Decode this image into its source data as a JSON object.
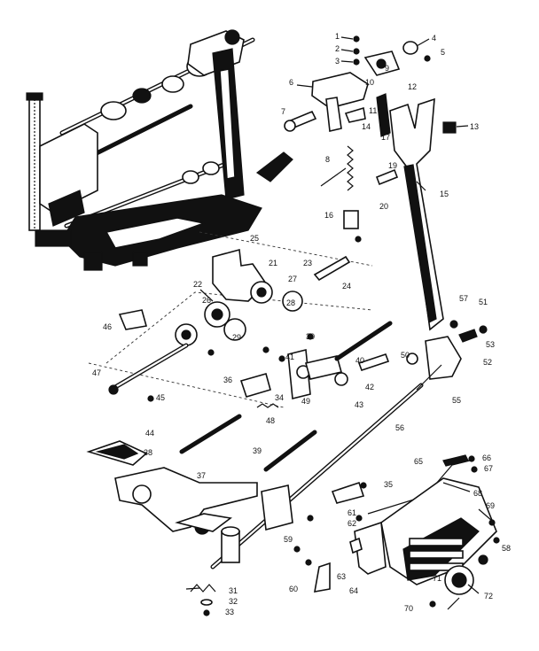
{
  "colors": {
    "ink": "#111111",
    "paper": "#ffffff"
  },
  "callouts": [
    {
      "key": "c1",
      "text": "1"
    },
    {
      "key": "c2",
      "text": "2"
    },
    {
      "key": "c3",
      "text": "3"
    },
    {
      "key": "c4",
      "text": "4"
    },
    {
      "key": "c5",
      "text": "5"
    },
    {
      "key": "c6",
      "text": "6"
    },
    {
      "key": "c7",
      "text": "7"
    },
    {
      "key": "c8",
      "text": "8"
    },
    {
      "key": "c9",
      "text": "9"
    },
    {
      "key": "c10",
      "text": "10"
    },
    {
      "key": "c11",
      "text": "11"
    },
    {
      "key": "c12",
      "text": "12"
    },
    {
      "key": "c13",
      "text": "13"
    },
    {
      "key": "c14",
      "text": "14"
    },
    {
      "key": "c15",
      "text": "15"
    },
    {
      "key": "c16",
      "text": "16"
    },
    {
      "key": "c17",
      "text": "17"
    },
    {
      "key": "c19",
      "text": "19"
    },
    {
      "key": "c20",
      "text": "20"
    },
    {
      "key": "c21",
      "text": "21"
    },
    {
      "key": "c22",
      "text": "22"
    },
    {
      "key": "c23",
      "text": "23"
    },
    {
      "key": "c24",
      "text": "24"
    },
    {
      "key": "c25",
      "text": "25"
    },
    {
      "key": "c26",
      "text": "26"
    },
    {
      "key": "c27",
      "text": "27"
    },
    {
      "key": "c28",
      "text": "28"
    },
    {
      "key": "c29",
      "text": "29"
    },
    {
      "key": "c30",
      "text": "30"
    },
    {
      "key": "c31",
      "text": "31"
    },
    {
      "key": "c32",
      "text": "32"
    },
    {
      "key": "c33",
      "text": "33"
    },
    {
      "key": "c34",
      "text": "34"
    },
    {
      "key": "c35",
      "text": "35"
    },
    {
      "key": "c36",
      "text": "36"
    },
    {
      "key": "c37",
      "text": "37"
    },
    {
      "key": "c38",
      "text": "38"
    },
    {
      "key": "c39",
      "text": "39"
    },
    {
      "key": "c40",
      "text": "40"
    },
    {
      "key": "c41",
      "text": "41"
    },
    {
      "key": "c42",
      "text": "42"
    },
    {
      "key": "c43",
      "text": "43"
    },
    {
      "key": "c44",
      "text": "44"
    },
    {
      "key": "c45",
      "text": "45"
    },
    {
      "key": "c46",
      "text": "46"
    },
    {
      "key": "c47",
      "text": "47"
    },
    {
      "key": "c48",
      "text": "48"
    },
    {
      "key": "c49",
      "text": "49"
    },
    {
      "key": "c50",
      "text": "50"
    },
    {
      "key": "c51",
      "text": "51"
    },
    {
      "key": "c52",
      "text": "52"
    },
    {
      "key": "c53",
      "text": "53"
    },
    {
      "key": "c55",
      "text": "55"
    },
    {
      "key": "c56",
      "text": "56"
    },
    {
      "key": "c57",
      "text": "57"
    },
    {
      "key": "c58",
      "text": "58"
    },
    {
      "key": "c59",
      "text": "59"
    },
    {
      "key": "c60",
      "text": "60"
    },
    {
      "key": "c61",
      "text": "61"
    },
    {
      "key": "c62",
      "text": "62"
    },
    {
      "key": "c63",
      "text": "63"
    },
    {
      "key": "c64",
      "text": "64"
    },
    {
      "key": "c65",
      "text": "65"
    },
    {
      "key": "c66",
      "text": "66"
    },
    {
      "key": "c67",
      "text": "67"
    },
    {
      "key": "c68",
      "text": "68"
    },
    {
      "key": "c69",
      "text": "69"
    },
    {
      "key": "c70",
      "text": "70"
    },
    {
      "key": "c71",
      "text": "71"
    },
    {
      "key": "c72",
      "text": "72"
    }
  ]
}
